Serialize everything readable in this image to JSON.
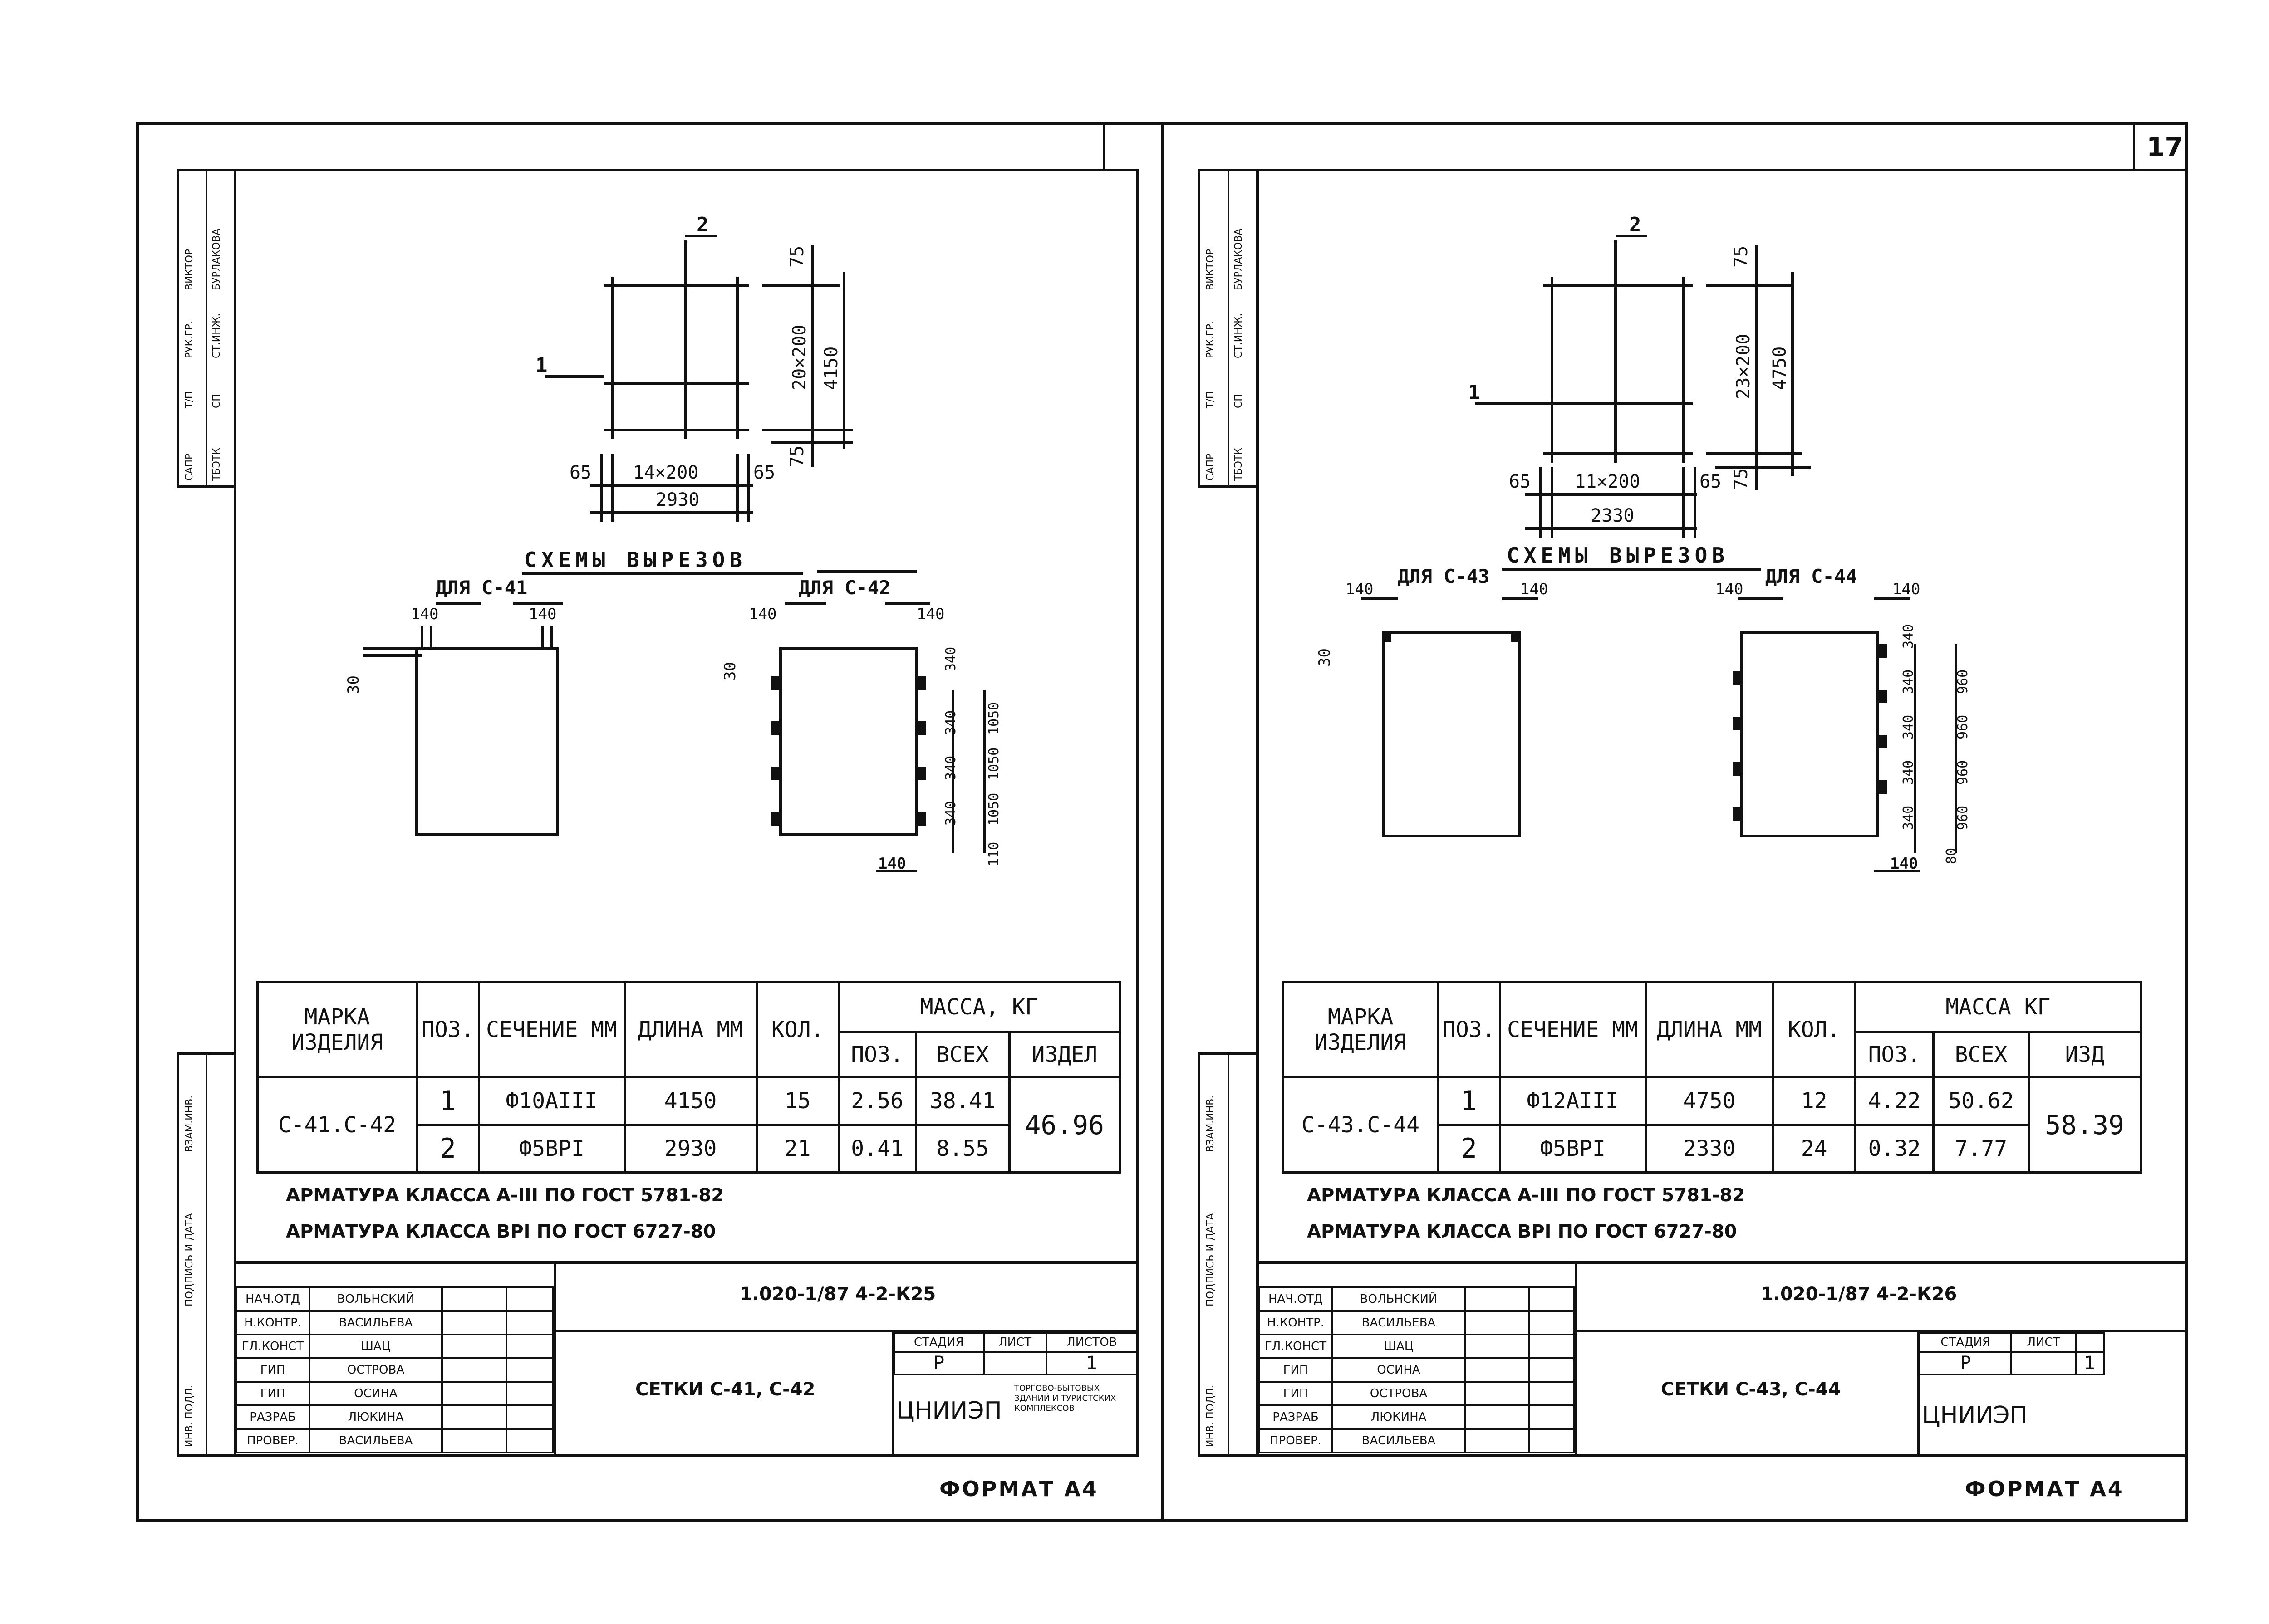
{
  "page_number": "17",
  "left": {
    "schema_title": "СХЕМЫ ВЫРЕЗОВ",
    "cut_left_label": "ДЛЯ С-41",
    "cut_right_label": "ДЛЯ С-42",
    "dims": {
      "top_mark": "2",
      "side_mark": "1",
      "d75_top": "75",
      "d_vert_repeat": "20×200",
      "d_vert_total": "4150",
      "d65_left": "65",
      "d_horiz_repeat": "14×200",
      "d65_right": "65",
      "d75_bottom": "75",
      "d_horiz_total": "2930",
      "c140_a": "140",
      "c140_b": "140",
      "c30": "30",
      "c140_c": "140",
      "c140_d": "140",
      "c30_b": "30",
      "c340_a": "340",
      "c340_b": "340",
      "c340_c": "340",
      "c340_d": "340",
      "c1050_a": "1050",
      "c1050_b": "1050",
      "c1050_c": "1050",
      "c110": "110",
      "c140_bottom": "140"
    },
    "table": {
      "h_mark": "МАРКА ИЗДЕЛИЯ",
      "h_pos": "ПОЗ.",
      "h_section": "СЕЧЕНИЕ ММ",
      "h_length": "ДЛИНА ММ",
      "h_qty": "КОЛ.",
      "h_mass": "МАССА, КГ",
      "h_mass_pos": "ПОЗ.",
      "h_mass_all": "ВСЕХ",
      "h_mass_item": "ИЗДЕЛ",
      "mark": "С-41.С-42",
      "item_total": "46.96",
      "rows": [
        {
          "pos": "1",
          "section": "Ф10АIII",
          "length": "4150",
          "qty": "15",
          "mass_pos": "2.56",
          "mass_all": "38.41"
        },
        {
          "pos": "2",
          "section": "Ф5ВРI",
          "length": "2930",
          "qty": "21",
          "mass_pos": "0.41",
          "mass_all": "8.55"
        }
      ]
    },
    "note1": "АРМАТУРА КЛАССА А-III ПО ГОСТ 5781-82",
    "note2": "АРМАТУРА КЛАССА ВРI ПО ГОСТ 6727-80",
    "stamp": {
      "code": "1.020-1/87 4-2-К25",
      "title": "СЕТКИ С-41, С-42",
      "stage_h": "СТАДИЯ",
      "sheet_h": "ЛИСТ",
      "sheets_h": "ЛИСТОВ",
      "stage": "Р",
      "sheets": "1",
      "org": "ЦНИИЭП",
      "org_note": "ТОРГОВО-БЫТОВЫХ ЗДАНИЙ И ТУРИСТСКИХ КОМПЛЕКСОВ",
      "people": [
        {
          "role": "НАЧ.ОТД",
          "name": "ВОЛЬНСКИЙ"
        },
        {
          "role": "Н.КОНТР.",
          "name": "ВАСИЛЬЕВА"
        },
        {
          "role": "ГЛ.КОНСТ",
          "name": "ШАЦ"
        },
        {
          "role": "ГИП",
          "name": "ОСТРОВА"
        },
        {
          "role": "ГИП",
          "name": "ОСИНА"
        },
        {
          "role": "РАЗРАБ",
          "name": "ЛЮКИНА"
        },
        {
          "role": "ПРОВЕР.",
          "name": "ВАСИЛЬЕВА"
        }
      ]
    },
    "format": "ФОРМАТ А4",
    "side_top": [
      "САПР",
      "Т/П",
      "РУК.ГР.",
      "ВИКТОР",
      "ТБЭТК",
      "СП",
      "СТ.ИНЖ.",
      "БУРЛАКОВА"
    ],
    "side_bottom": [
      "ВЗАМ.ИНВ.",
      "ПОДПИСЬ И ДАТА",
      "ИНВ. ПОДЛ."
    ]
  },
  "right": {
    "schema_title": "СХЕМЫ ВЫРЕЗОВ",
    "cut_left_label": "ДЛЯ С-43",
    "cut_right_label": "ДЛЯ С-44",
    "dims": {
      "top_mark": "2",
      "side_mark": "1",
      "d75_top": "75",
      "d_vert_repeat": "23×200",
      "d_vert_total": "4750",
      "d65_left": "65",
      "d_horiz_repeat": "11×200",
      "d65_right": "65",
      "d75_bottom": "75",
      "d_horiz_total": "2330",
      "c140_a": "140",
      "c140_b": "140",
      "c30": "30",
      "c140_c": "140",
      "c140_d": "140",
      "c340_a": "340",
      "c340_b": "340",
      "c340_c": "340",
      "c340_d": "340",
      "c340_e": "340",
      "c960_a": "960",
      "c960_b": "960",
      "c960_c": "960",
      "c960_d": "960",
      "c80": "80",
      "c140_bottom": "140"
    },
    "table": {
      "h_mark": "МАРКА ИЗДЕЛИЯ",
      "h_pos": "ПОЗ.",
      "h_section": "СЕЧЕНИЕ ММ",
      "h_length": "ДЛИНА ММ",
      "h_qty": "КОЛ.",
      "h_mass": "МАССА КГ",
      "h_mass_pos": "ПОЗ.",
      "h_mass_all": "ВСЕХ",
      "h_mass_item": "ИЗД",
      "mark": "С-43.С-44",
      "item_total": "58.39",
      "rows": [
        {
          "pos": "1",
          "section": "Ф12АIII",
          "length": "4750",
          "qty": "12",
          "mass_pos": "4.22",
          "mass_all": "50.62"
        },
        {
          "pos": "2",
          "section": "Ф5ВРI",
          "length": "2330",
          "qty": "24",
          "mass_pos": "0.32",
          "mass_all": "7.77"
        }
      ]
    },
    "note1": "АРМАТУРА КЛАССА А-III ПО ГОСТ 5781-82",
    "note2": "АРМАТУРА КЛАССА ВРI ПО ГОСТ 6727-80",
    "stamp": {
      "code": "1.020-1/87 4-2-К26",
      "title": "СЕТКИ С-43, С-44",
      "stage_h": "СТАДИЯ",
      "sheet_h": "ЛИСТ",
      "stage": "Р",
      "sheets": "1",
      "org": "ЦНИИЭП",
      "people": [
        {
          "role": "НАЧ.ОТД",
          "name": "ВОЛЬНСКИЙ"
        },
        {
          "role": "Н.КОНТР.",
          "name": "ВАСИЛЬЕВА"
        },
        {
          "role": "ГЛ.КОНСТ",
          "name": "ШАЦ"
        },
        {
          "role": "ГИП",
          "name": "ОСИНА"
        },
        {
          "role": "ГИП",
          "name": "ОСТРОВА"
        },
        {
          "role": "РАЗРАБ",
          "name": "ЛЮКИНА"
        },
        {
          "role": "ПРОВЕР.",
          "name": "ВАСИЛЬЕВА"
        }
      ]
    },
    "format": "ФОРМАТ А4",
    "side_top": [
      "САПР",
      "Т/П",
      "РУК.ГР.",
      "ВИКТОР",
      "ТБЭТК",
      "СП",
      "СТ.ИНЖ.",
      "БУРЛАКОВА"
    ],
    "side_bottom": [
      "ВЗАМ.ИНВ.",
      "ПОДПИСЬ И ДАТА",
      "ИНВ. ПОДЛ."
    ]
  }
}
